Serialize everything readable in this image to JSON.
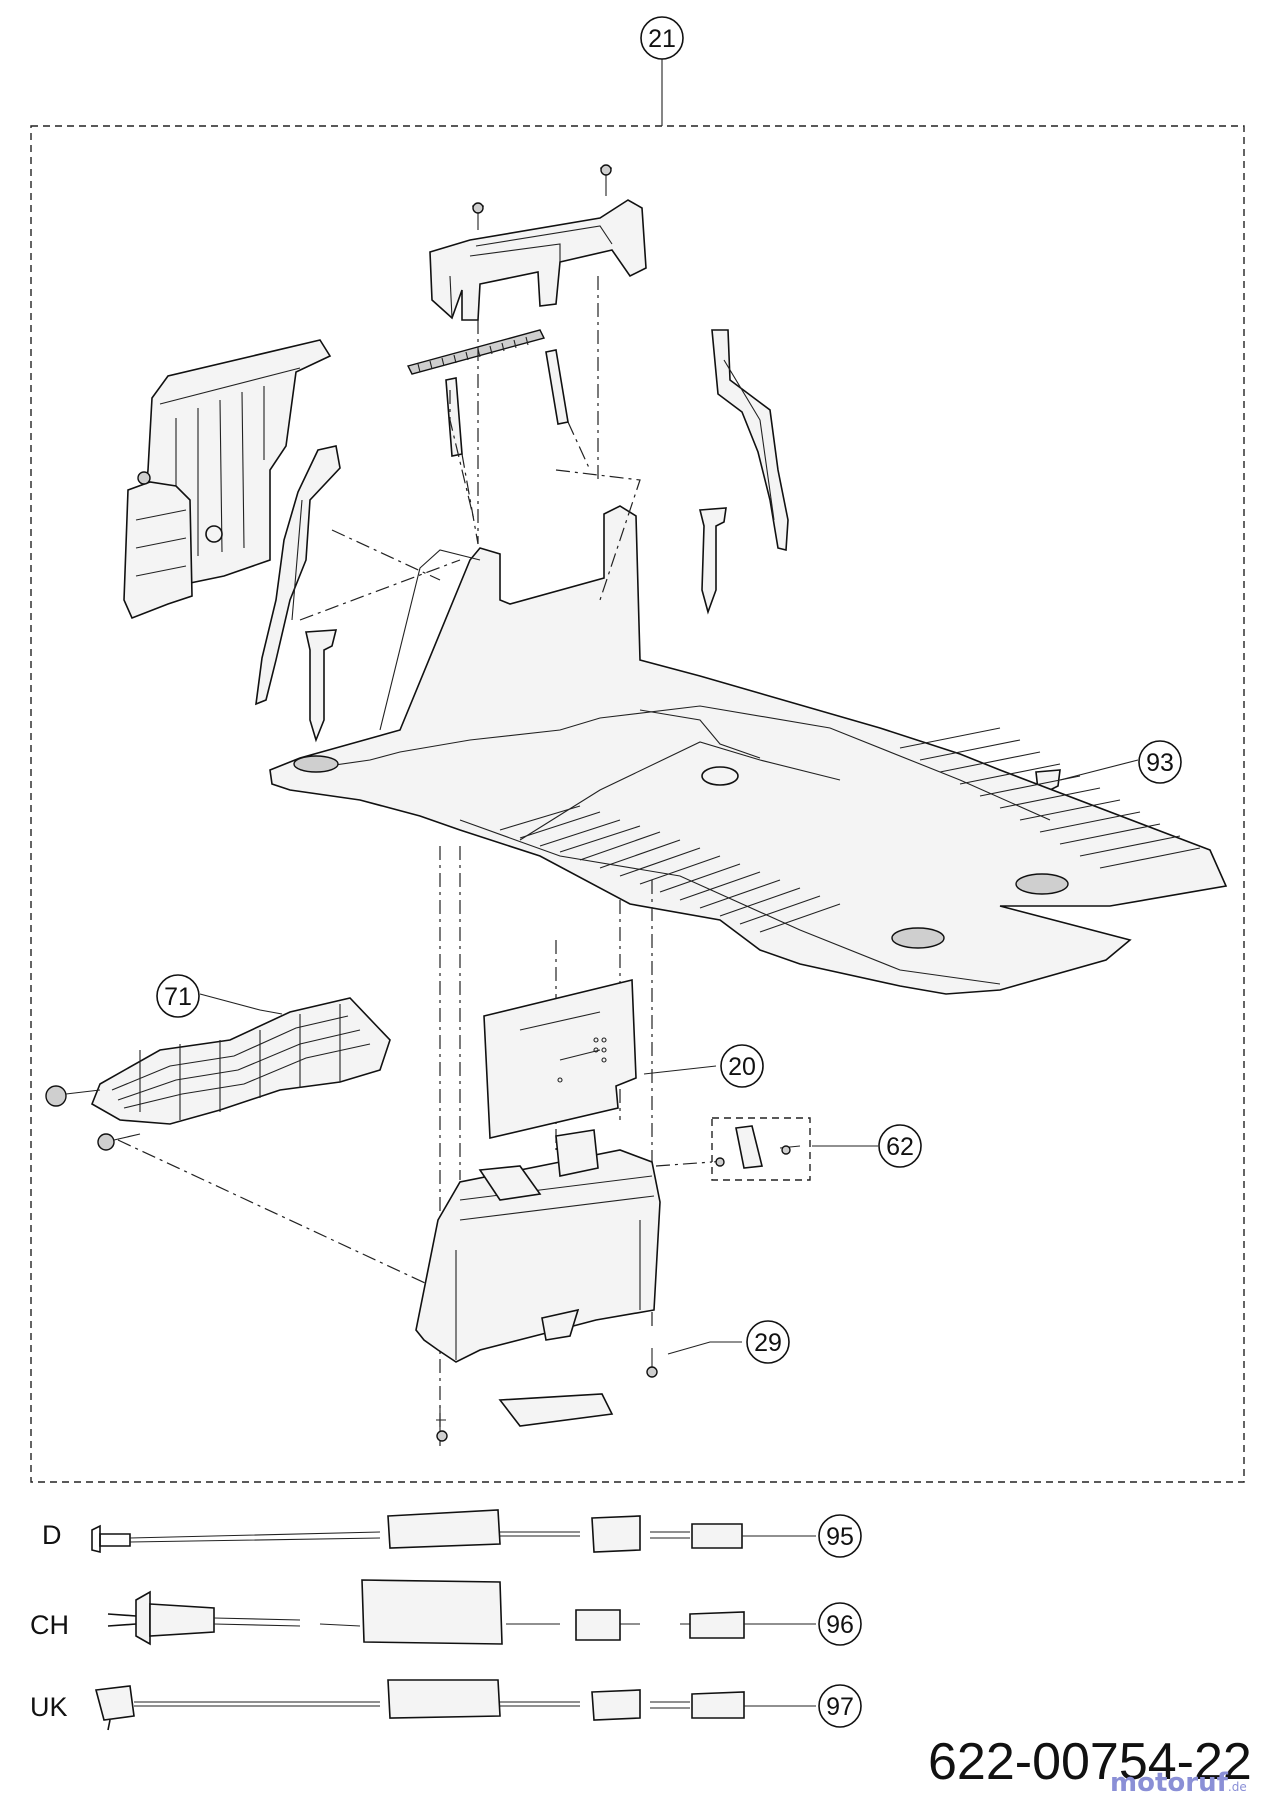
{
  "callouts": {
    "c21": "21",
    "c93": "93",
    "c71": "71",
    "c20": "20",
    "c62": "62",
    "c29": "29",
    "c95": "95",
    "c96": "96",
    "c97": "97"
  },
  "adapters": {
    "d_label": "D",
    "ch_label": "CH",
    "uk_label": "UK"
  },
  "part_number": "622-00754-22",
  "watermark": {
    "main": "motoruf",
    "tld": ".de"
  }
}
